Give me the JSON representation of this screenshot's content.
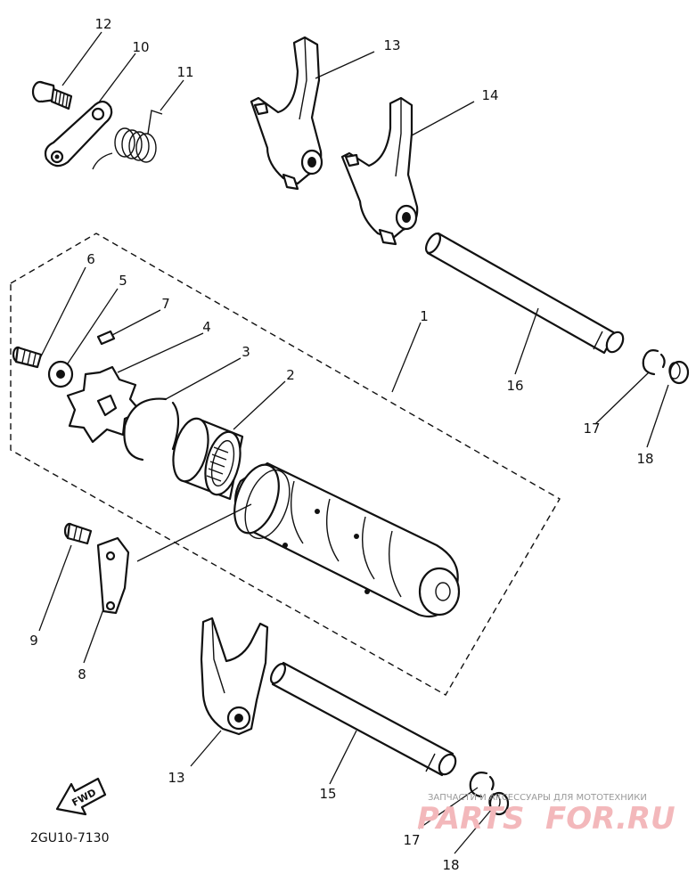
{
  "diagram": {
    "part_numbers": [
      "1",
      "2",
      "3",
      "4",
      "5",
      "6",
      "7",
      "8",
      "9",
      "10",
      "11",
      "12",
      "13",
      "14",
      "15",
      "16",
      "17",
      "18"
    ],
    "callouts": {
      "c1": "1",
      "c2": "2",
      "c3": "3",
      "c4": "4",
      "c5": "5",
      "c6": "6",
      "c7": "7",
      "c8": "8",
      "c9": "9",
      "c10": "10",
      "c11": "11",
      "c12": "12",
      "c13_top": "13",
      "c13_bottom": "13",
      "c14": "14",
      "c15": "15",
      "c16": "16",
      "c17_top": "17",
      "c17_bottom": "17",
      "c18_top": "18",
      "c18_bottom": "18"
    },
    "fwd_label": "FWD",
    "drawing_code": "2GU10-7130"
  },
  "watermark": {
    "subtitle": "ЗАПЧАСТИ И АКСЕССУАРЫ ДЛЯ МОТОТЕХНИКИ",
    "brand_left": "PARTS",
    "brand_right": "FOR.RU"
  }
}
